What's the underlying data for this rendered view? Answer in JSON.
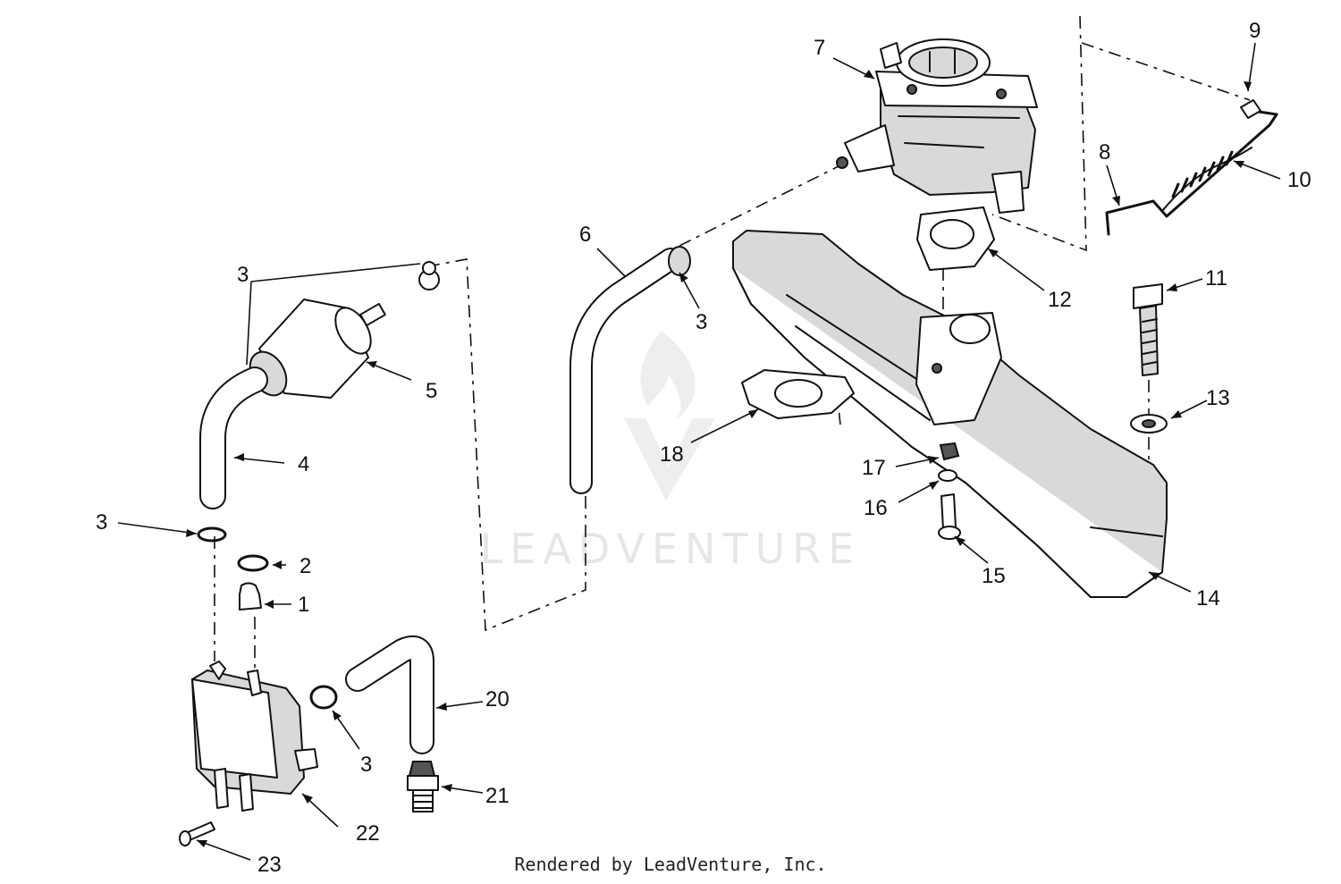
{
  "diagram": {
    "watermark": "LEADVENTURE",
    "footer": "Rendered by LeadVenture, Inc.",
    "callouts": [
      {
        "id": "c7",
        "label": "7"
      },
      {
        "id": "c9",
        "label": "9"
      },
      {
        "id": "c8",
        "label": "8"
      },
      {
        "id": "c10",
        "label": "10"
      },
      {
        "id": "c6",
        "label": "6"
      },
      {
        "id": "c3a",
        "label": "3"
      },
      {
        "id": "c3b",
        "label": "3"
      },
      {
        "id": "c12",
        "label": "12"
      },
      {
        "id": "c11",
        "label": "11"
      },
      {
        "id": "c5",
        "label": "5"
      },
      {
        "id": "c13",
        "label": "13"
      },
      {
        "id": "c18",
        "label": "18"
      },
      {
        "id": "c4",
        "label": "4"
      },
      {
        "id": "c17",
        "label": "17"
      },
      {
        "id": "c16",
        "label": "16"
      },
      {
        "id": "c3c",
        "label": "3"
      },
      {
        "id": "c2",
        "label": "2"
      },
      {
        "id": "c15",
        "label": "15"
      },
      {
        "id": "c14",
        "label": "14"
      },
      {
        "id": "c1",
        "label": "1"
      },
      {
        "id": "c20",
        "label": "20"
      },
      {
        "id": "c3d",
        "label": "3"
      },
      {
        "id": "c21",
        "label": "21"
      },
      {
        "id": "c22",
        "label": "22"
      },
      {
        "id": "c23",
        "label": "23"
      }
    ]
  }
}
